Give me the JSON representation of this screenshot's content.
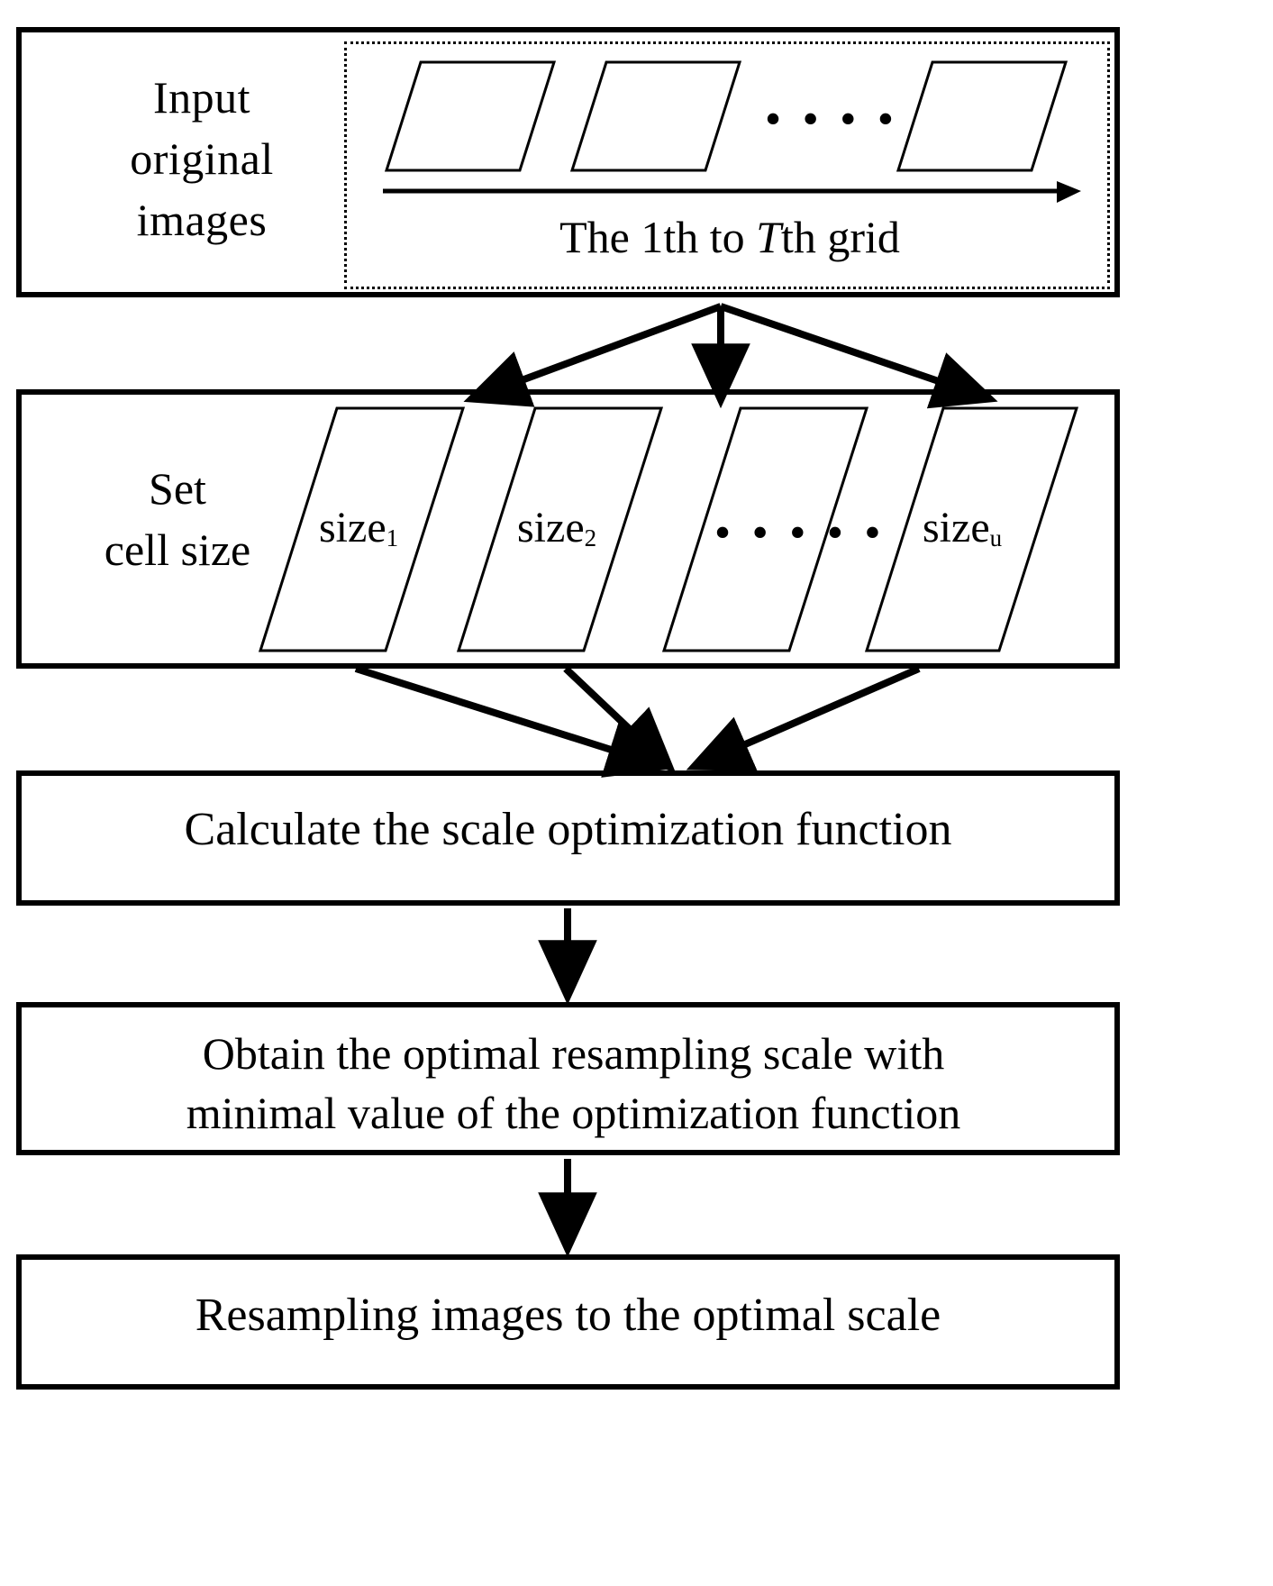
{
  "diagram": {
    "title": "Scale optimization resampling flowchart",
    "type": "flowchart",
    "stroke_color": "#000000",
    "background_color": "#ffffff"
  },
  "steps": {
    "input": {
      "label_line1": "Input",
      "label_line2": "original",
      "label_line3": "images",
      "grid_caption_prefix": "The 1th to ",
      "grid_caption_italic": "T",
      "grid_caption_suffix": "th grid",
      "ellipsis": "• • • • • •",
      "tiles": [
        "grid-tile-1",
        "grid-tile-2",
        "grid-tile-T"
      ]
    },
    "cellsize": {
      "label_line1": "Set",
      "label_line2": "cell size",
      "size1_base": "size",
      "size1_sub": "1",
      "size2_base": "size",
      "size2_sub": "2",
      "sizeu_base": "size",
      "sizeu_sub": "u",
      "ellipsis": "• • • • • •"
    },
    "calculate": {
      "label": "Calculate the scale optimization function"
    },
    "obtain": {
      "label_line1": "Obtain the optimal resampling scale with",
      "label_line2": "minimal value of the optimization function"
    },
    "resample": {
      "label": "Resampling images to the optimal scale"
    }
  }
}
